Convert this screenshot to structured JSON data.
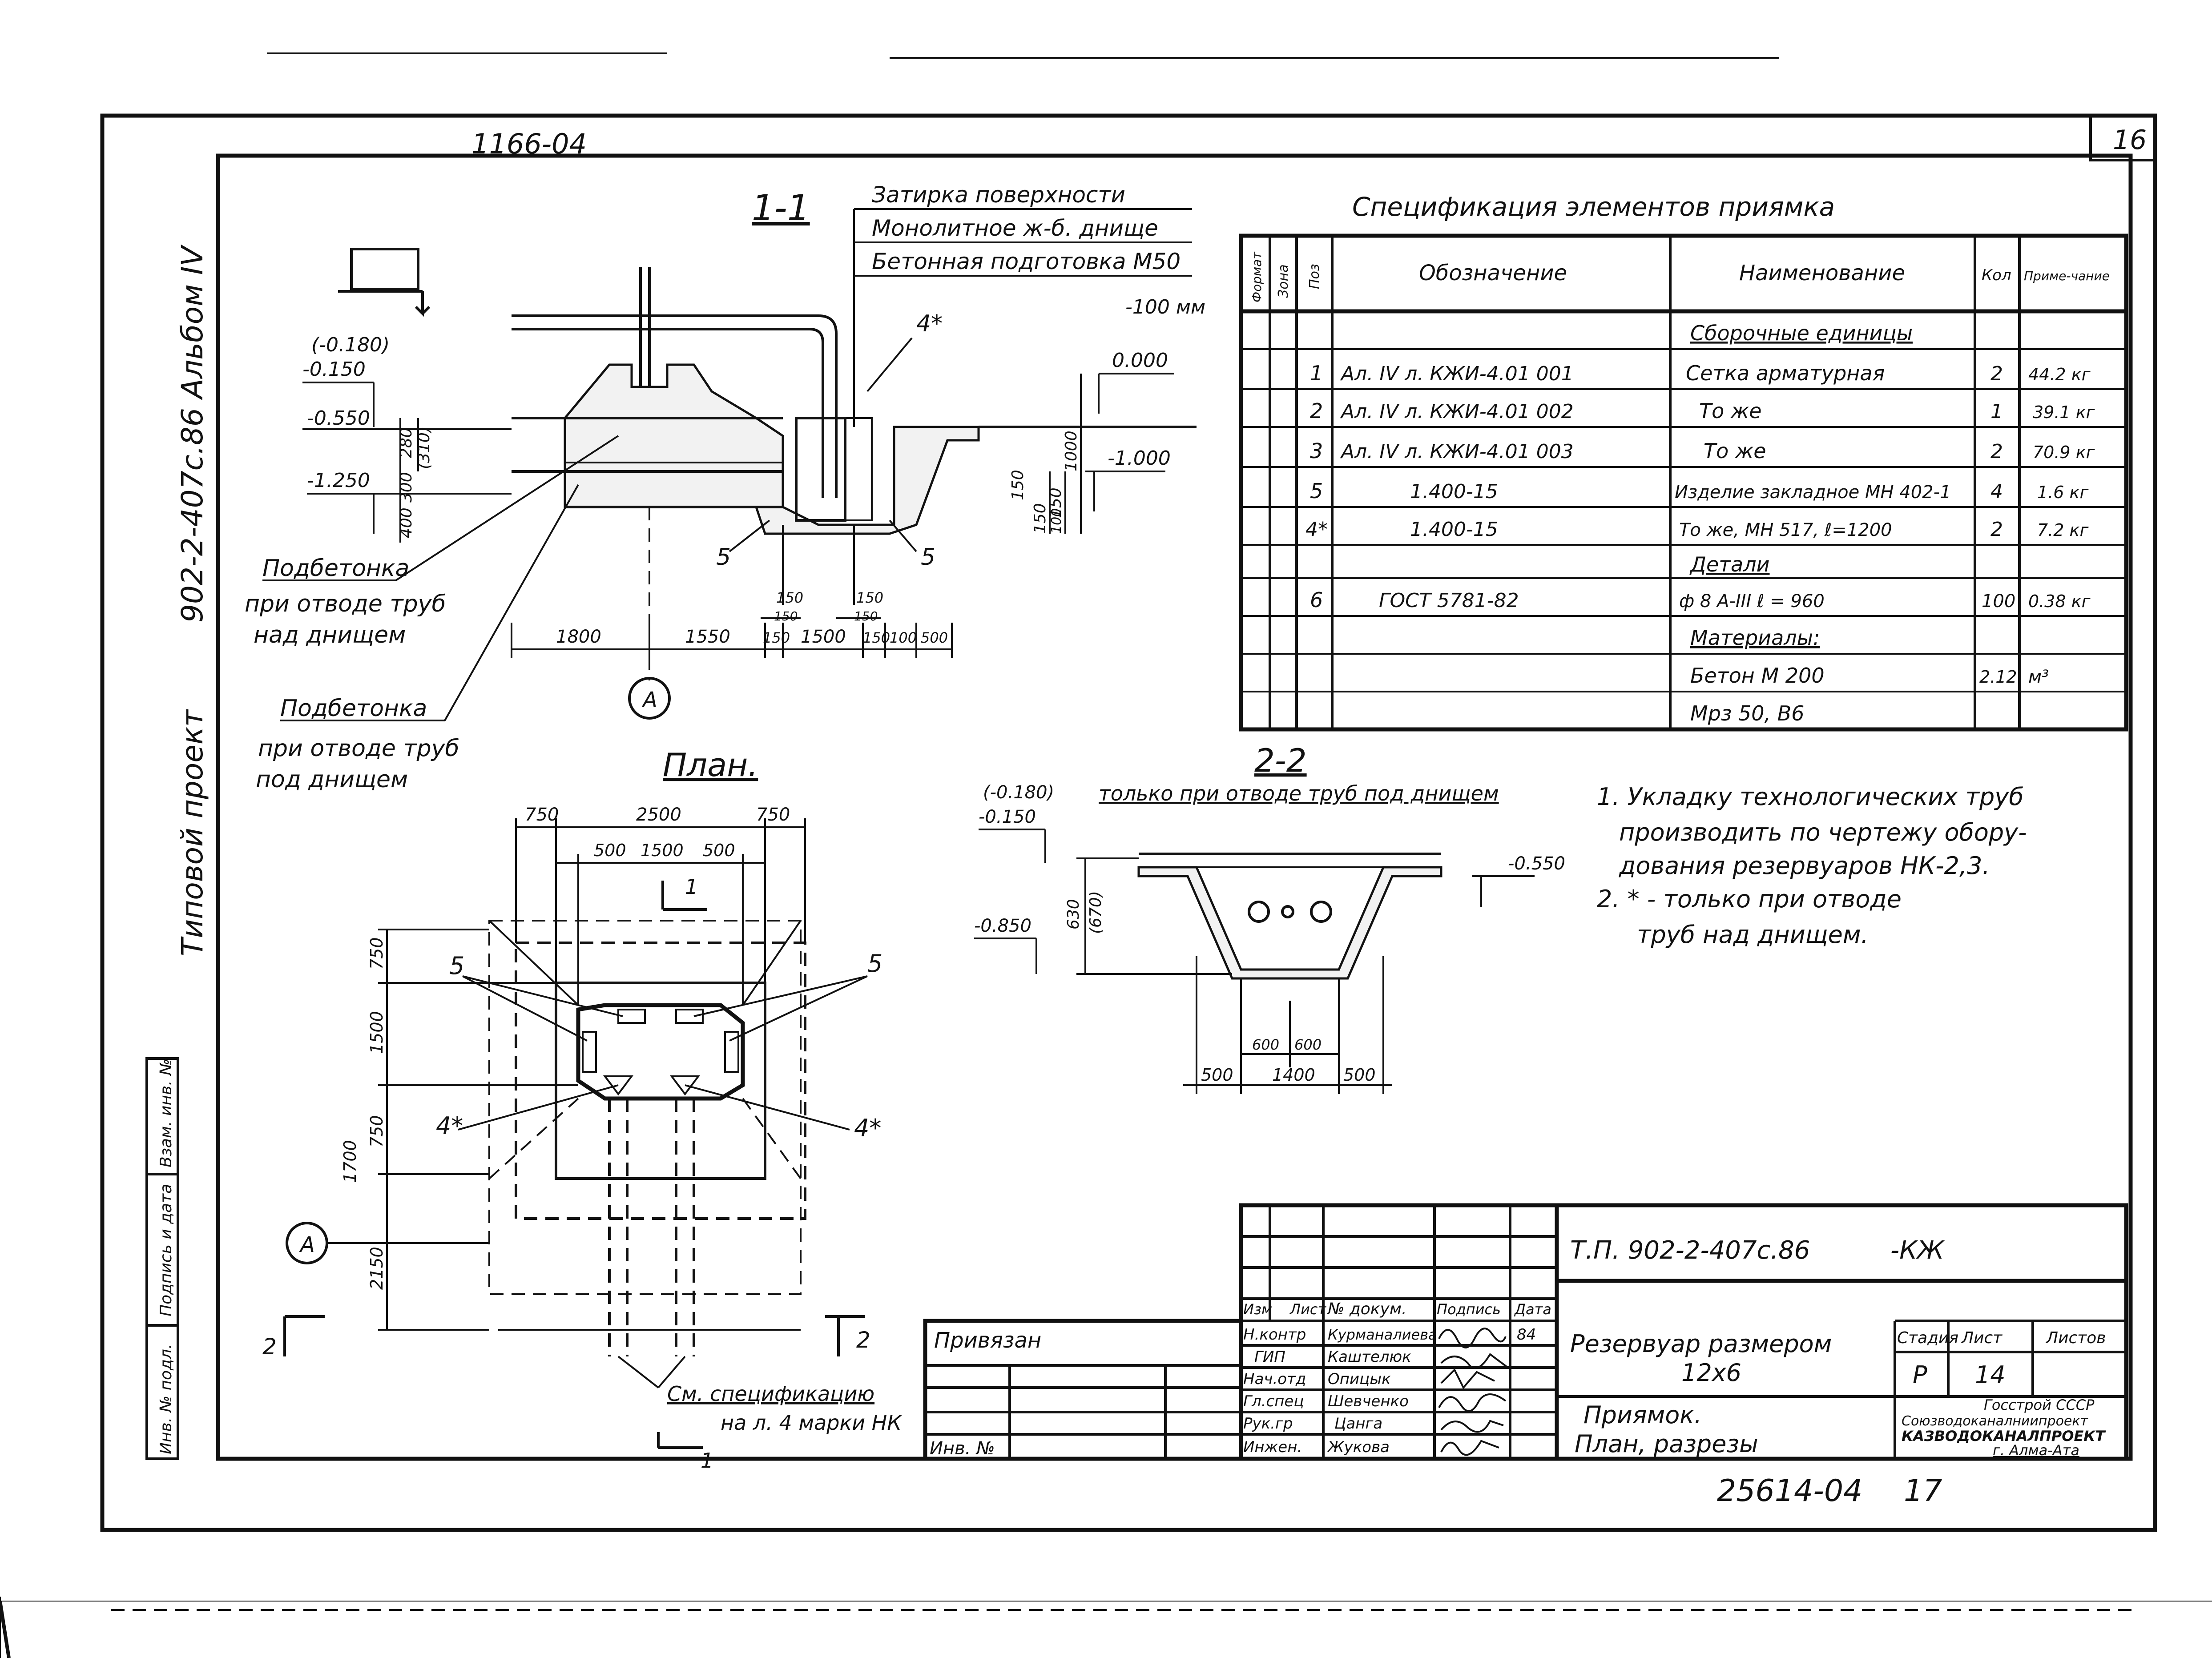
{
  "corner": {
    "sheet_number": "16",
    "archive_code": "1166-04"
  },
  "side_title": "902-2-407с.86 Альбом IV",
  "side_title2": "Типовой проект",
  "section_1": {
    "title": "1-1",
    "callouts": [
      "Затирка поверхности",
      "Монолитное ж-б. днище",
      "Бетонная подготовка М50",
      "-100 мм"
    ],
    "levels": [
      "(-0.180)",
      "-0.150",
      "-0.550",
      "-1.250",
      "0.000",
      "-1.000"
    ],
    "dims_v": [
      "280",
      "(310)",
      "300",
      "400",
      "1000",
      "150",
      "150",
      "150",
      "100"
    ],
    "dims_h": [
      "1800",
      "1550",
      "150",
      "1500",
      "150",
      "100",
      "500"
    ],
    "dims_small": [
      "150",
      "150",
      "150",
      "150"
    ],
    "marks": [
      "4*",
      "5",
      "5"
    ],
    "axis": "А",
    "note1": [
      "Подбетонка",
      "при отводе труб",
      "над днищем"
    ],
    "note2": [
      "Подбетонка",
      "при отводе труб",
      "под днищем"
    ]
  },
  "plan": {
    "title": "План.",
    "dims_top": [
      "750",
      "2500",
      "750"
    ],
    "dims_top2": [
      "500",
      "1500",
      "500"
    ],
    "dims_left": [
      "750",
      "1500",
      "750",
      "1700",
      "2150"
    ],
    "marks": [
      "5",
      "5",
      "4*",
      "4*"
    ],
    "cut": [
      "1",
      "1",
      "2",
      "2"
    ],
    "axis": "А",
    "see_spec": [
      "См. спецификацию",
      "на л. 4 марки НК"
    ]
  },
  "section_2": {
    "title": "2-2",
    "subtitle": "только при отводе труб под днищем",
    "levels": [
      "(-0.180)",
      "-0.150",
      "-0.550",
      "-0.850"
    ],
    "dims_v": [
      "630",
      "(670)"
    ],
    "dims_h": [
      "500",
      "1400",
      "500",
      "600",
      "600"
    ]
  },
  "spec": {
    "title": "Спецификация элементов приямка",
    "headers": [
      "Формат",
      "Зона",
      "Поз",
      "Обозначение",
      "Наименование",
      "Кол",
      "Приме-чание"
    ],
    "rows": [
      {
        "pos": "",
        "code": "",
        "name": "Сборочные единицы",
        "qty": "",
        "note": ""
      },
      {
        "pos": "1",
        "code": "Ал. IV л. КЖИ-4.01 001",
        "name": "Сетка арматурная",
        "qty": "2",
        "note": "44.2 кг"
      },
      {
        "pos": "2",
        "code": "Ал. IV л. КЖИ-4.01 002",
        "name": "То же",
        "qty": "1",
        "note": "39.1 кг"
      },
      {
        "pos": "3",
        "code": "Ал. IV л. КЖИ-4.01 003",
        "name": "То же",
        "qty": "2",
        "note": "70.9 кг"
      },
      {
        "pos": "5",
        "code": "1.400-15",
        "name": "Изделие закладное МН 402-1",
        "qty": "4",
        "note": "1.6 кг"
      },
      {
        "pos": "4*",
        "code": "1.400-15",
        "name": "То же, МН 517, ℓ=1200",
        "qty": "2",
        "note": "7.2 кг"
      },
      {
        "pos": "",
        "code": "",
        "name": "Детали",
        "qty": "",
        "note": ""
      },
      {
        "pos": "6",
        "code": "ГОСТ 5781-82",
        "name": "ф 8 A-III ℓ = 960",
        "qty": "100",
        "note": "0.38 кг"
      },
      {
        "pos": "",
        "code": "",
        "name": "Материалы:",
        "qty": "",
        "note": ""
      },
      {
        "pos": "",
        "code": "",
        "name": "Бетон М 200",
        "qty": "2.12",
        "note": "м³"
      },
      {
        "pos": "",
        "code": "",
        "name": "Мрз 50, В6",
        "qty": "",
        "note": ""
      }
    ]
  },
  "notes": [
    "1. Укладку технологических труб",
    "производить по чертежу обору-",
    "дования резервуаров НК-2,3.",
    "2. * - только при отводе",
    "труб над днищем."
  ],
  "left_strip": [
    "Инв. № подл.",
    "Подпись и дата",
    "Взам. инв. №"
  ],
  "title_block": {
    "doc": "Т.П. 902-2-407с.86",
    "mark": "-КЖ",
    "sig_headers": [
      "Изм",
      "Лист",
      "№ докум.",
      "Подпись",
      "Дата"
    ],
    "sig_rows": [
      [
        "Н.контр",
        "Курманалиева",
        "",
        "84"
      ],
      [
        "ГИП",
        "Каштелюк",
        "",
        ""
      ],
      [
        "Нач.отд",
        "Опицык",
        "",
        ""
      ],
      [
        "Гл.спец",
        "Шевченко",
        "",
        ""
      ],
      [
        "Рук.гр",
        "Цанга",
        "",
        ""
      ],
      [
        "Инжен.",
        "Жукова",
        "",
        ""
      ]
    ],
    "linked": "Привязан",
    "inv": "Инв. №",
    "object": [
      "Резервуар размером",
      "12х6"
    ],
    "sheet_title": [
      "Приямок.",
      "План, разрезы"
    ],
    "stage_headers": [
      "Стадия",
      "Лист",
      "Листов"
    ],
    "stage": "Р",
    "sheet": "14",
    "sheets": "",
    "org": [
      "Госстрой СССР",
      "Союзводоканалниипроект",
      "КАЗВОДОКАНАЛПРОЕКТ",
      "г. Алма-Ата"
    ],
    "order": "25614-04",
    "page": "17"
  }
}
